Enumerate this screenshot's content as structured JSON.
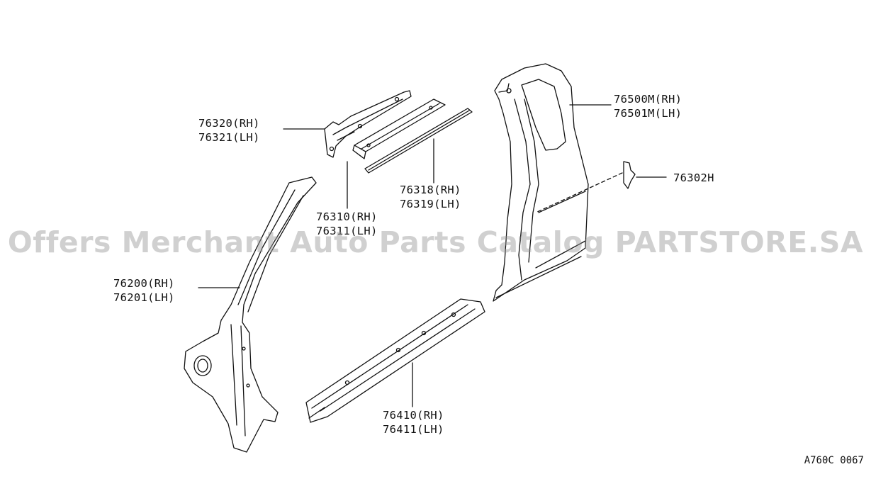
{
  "callouts": [
    {
      "id": "c76320",
      "lines": [
        "76320(RH)",
        "76321(LH)"
      ]
    },
    {
      "id": "c76310",
      "lines": [
        "76310(RH)",
        "76311(LH)"
      ]
    },
    {
      "id": "c76318",
      "lines": [
        "76318(RH)",
        "76319(LH)"
      ]
    },
    {
      "id": "c76500",
      "lines": [
        "76500M(RH)",
        "76501M(LH)"
      ]
    },
    {
      "id": "c76302",
      "lines": [
        "76302H"
      ]
    },
    {
      "id": "c76200",
      "lines": [
        "76200(RH)",
        "76201(LH)"
      ]
    },
    {
      "id": "c76410",
      "lines": [
        "76410(RH)",
        "76411(LH)"
      ]
    }
  ],
  "watermark": "Offers Merchant Auto Parts Catalog PARTSTORE.SA",
  "diagram_code": "A760C 0067"
}
